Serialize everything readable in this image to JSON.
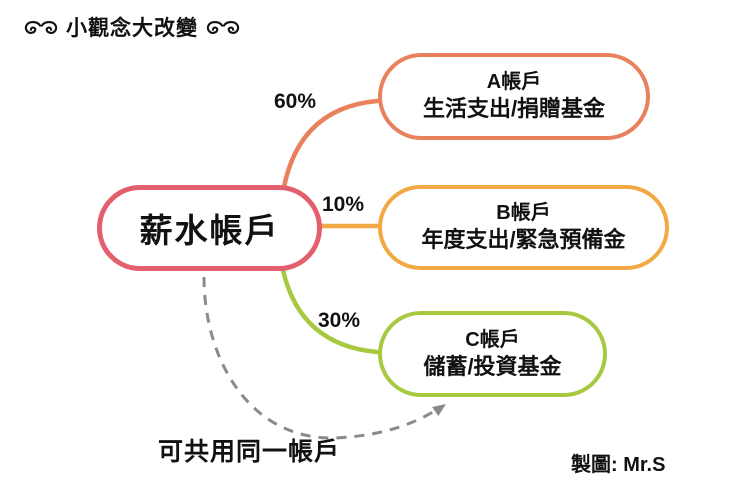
{
  "header": {
    "title": "小觀念大改變"
  },
  "main_node": {
    "label": "薪水帳戶",
    "border_color": "#e25f6d"
  },
  "branches": [
    {
      "percent": "60%",
      "title": "A帳戶",
      "subtitle": "生活支出/捐贈基金",
      "color": "#e8815c"
    },
    {
      "percent": "10%",
      "title": "B帳戶",
      "subtitle": "年度支出/緊急預備金",
      "color": "#f2a843"
    },
    {
      "percent": "30%",
      "title": "C帳戶",
      "subtitle": "儲蓄/投資基金",
      "color": "#a7c93f"
    }
  ],
  "annotation": {
    "note": "可共用同一帳戶",
    "arrow_color": "#8a8a8a"
  },
  "credit": "製圖: Mr.S",
  "colors": {
    "background": "#ffffff",
    "text": "#111111"
  }
}
